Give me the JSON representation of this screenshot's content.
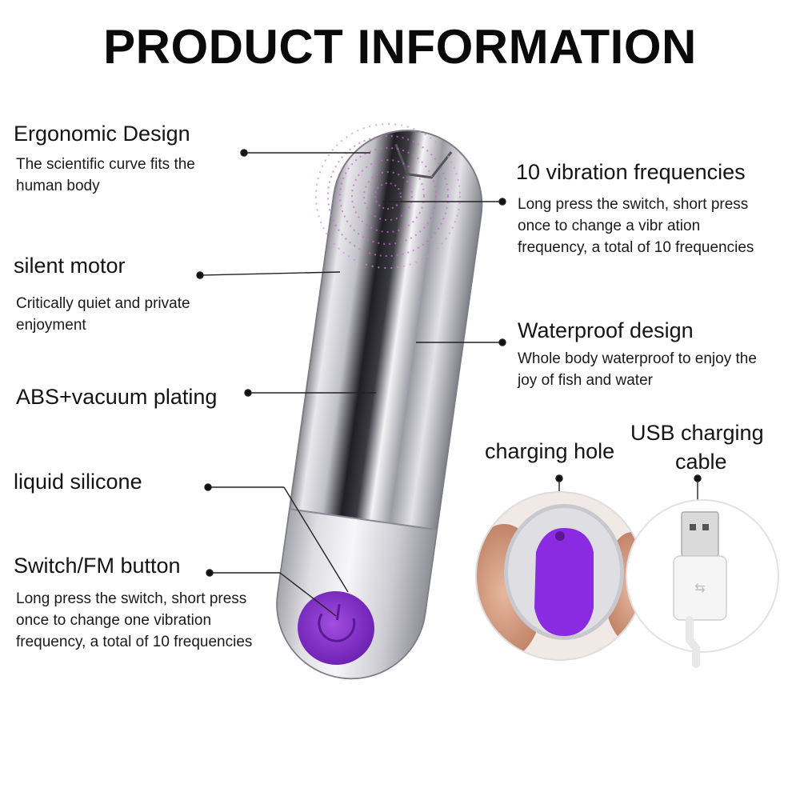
{
  "title": "PRODUCT INFORMATION",
  "features_left": [
    {
      "heading": "Ergonomic Design",
      "description": "The scientific curve fits the human body"
    },
    {
      "heading": "silent motor",
      "description": "Critically quiet and private enjoyment"
    },
    {
      "heading": "ABS+vacuum plating",
      "description": ""
    },
    {
      "heading": "liquid silicone",
      "description": ""
    },
    {
      "heading": "Switch/FM button",
      "description": "Long press the switch, short press once to change one vibration frequency, a total of 10 frequencies"
    }
  ],
  "features_right": [
    {
      "heading": "10 vibration frequencies",
      "description": "Long press the switch, short press once to change a vibr ation frequency, a total of 10 frequencies"
    },
    {
      "heading": "Waterproof design",
      "description": "Whole body waterproof to enjoy the joy of fish and water"
    }
  ],
  "charging": {
    "hole_label": "charging hole",
    "cable_label_line1": "USB charging",
    "cable_label_line2": "cable"
  },
  "colors": {
    "accent_purple": "#8a2be2",
    "silver": "#c9c9cf",
    "text": "#141414"
  }
}
